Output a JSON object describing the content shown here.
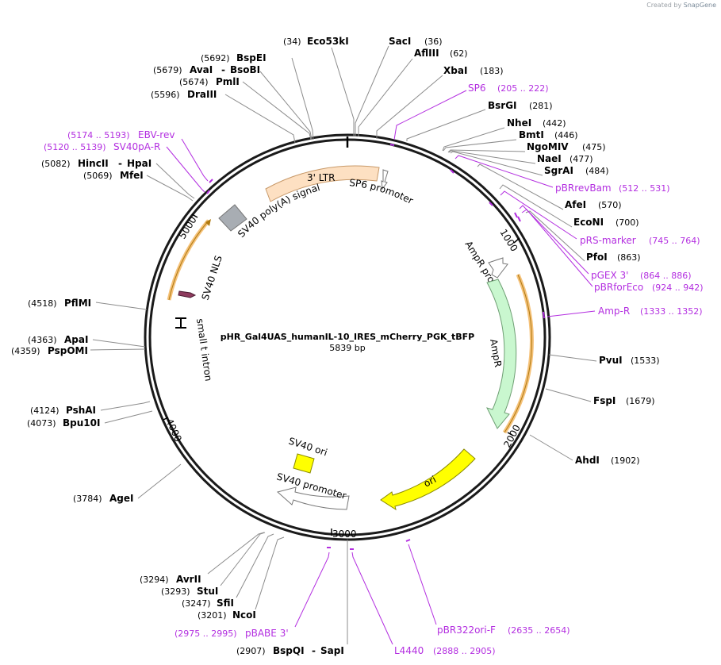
{
  "credit": {
    "created_by": "Created by",
    "brand": "SnapGene"
  },
  "plasmid": {
    "name": "pHR_Gal4UAS_humanIL-10_IRES_mCherry_PGK_tBFP",
    "size": "5839 bp"
  },
  "ticks": [
    {
      "label": "1000",
      "pos": 1000
    },
    {
      "label": "2000",
      "pos": 2000
    },
    {
      "label": "3000",
      "pos": 3000
    },
    {
      "label": "4000",
      "pos": 4000
    },
    {
      "label": "5000",
      "pos": 5000
    }
  ],
  "sites": [
    {
      "pos_text": "(34)",
      "name": "Eco53kI",
      "pos": 34
    },
    {
      "name": "SacI",
      "pos_text": "(36)",
      "pos": 36
    },
    {
      "name": "AflIII",
      "pos_text": "(62)",
      "pos": 62
    },
    {
      "name": "XbaI",
      "pos_text": "(183)",
      "pos": 183
    },
    {
      "name": "BsrGI",
      "pos_text": "(281)",
      "pos": 281
    },
    {
      "name": "NheI",
      "pos_text": "(442)",
      "pos": 442
    },
    {
      "name": "BmtI",
      "pos_text": "(446)",
      "pos": 446
    },
    {
      "name": "NgoMIV",
      "pos_text": "(475)",
      "pos": 475
    },
    {
      "name": "NaeI",
      "pos_text": "(477)",
      "pos": 477
    },
    {
      "name": "SgrAI",
      "pos_text": "(484)",
      "pos": 484
    },
    {
      "name": "AfeI",
      "pos_text": "(570)",
      "pos": 570
    },
    {
      "name": "EcoNI",
      "pos_text": "(700)",
      "pos": 700
    },
    {
      "name": "PfoI",
      "pos_text": "(863)",
      "pos": 863
    },
    {
      "name": "PvuI",
      "pos_text": "(1533)",
      "pos": 1533
    },
    {
      "name": "FspI",
      "pos_text": "(1679)",
      "pos": 1679
    },
    {
      "name": "AhdI",
      "pos_text": "(1902)",
      "pos": 1902
    },
    {
      "name": "BspQI",
      "name2": "SapI",
      "pos_text": "(2907)",
      "pos": 2907
    },
    {
      "name": "NcoI",
      "pos_text": "(3201)",
      "pos": 3201
    },
    {
      "name": "SfiI",
      "pos_text": "(3247)",
      "pos": 3247
    },
    {
      "name": "StuI",
      "pos_text": "(3293)",
      "pos": 3293
    },
    {
      "name": "AvrII",
      "pos_text": "(3294)",
      "pos": 3294
    },
    {
      "name": "AgeI",
      "pos_text": "(3784)",
      "pos": 3784
    },
    {
      "name": "Bpu10I",
      "pos_text": "(4073)",
      "pos": 4073
    },
    {
      "name": "PshAI",
      "pos_text": "(4124)",
      "pos": 4124
    },
    {
      "name": "PspOMI",
      "pos_text": "(4359)",
      "pos": 4359
    },
    {
      "name": "ApaI",
      "pos_text": "(4363)",
      "pos": 4363
    },
    {
      "name": "PflMI",
      "pos_text": "(4518)",
      "pos": 4518
    },
    {
      "name": "MfeI",
      "pos_text": "(5069)",
      "pos": 5069
    },
    {
      "name": "HincII",
      "name2": "HpaI",
      "pos_text": "(5082)",
      "pos": 5082
    },
    {
      "name": "DraIII",
      "pos_text": "(5596)",
      "pos": 5596
    },
    {
      "name": "PmlI",
      "pos_text": "(5674)",
      "pos": 5674
    },
    {
      "name": "AvaI",
      "name2": "BsoBI",
      "pos_text": "(5679)",
      "pos": 5679
    },
    {
      "name": "BspEI",
      "pos_text": "(5692)",
      "pos": 5692
    }
  ],
  "primers": [
    {
      "name": "SP6",
      "range": "(205 .. 222)",
      "pos": 213
    },
    {
      "name": "pBRrevBam",
      "range": "(512 .. 531)",
      "pos": 521
    },
    {
      "name": "pRS-marker",
      "range": "(745 .. 764)",
      "pos": 754
    },
    {
      "name": "pGEX 3'",
      "range": "(864 .. 886)",
      "pos": 875
    },
    {
      "name": "pBRforEco",
      "range": "(924 .. 942)",
      "pos": 933
    },
    {
      "name": "Amp-R",
      "range": "(1333 .. 1352)",
      "pos": 1342
    },
    {
      "name": "pBR322ori-F",
      "range": "(2635 .. 2654)",
      "pos": 2644
    },
    {
      "name": "L4440",
      "range": "(2888 .. 2905)",
      "pos": 2896
    },
    {
      "name": "pBABE 3'",
      "range": "(2975 .. 2995)",
      "pos": 2985
    },
    {
      "name": "SV40pA-R",
      "range": "(5120 .. 5139)",
      "pos": 5130
    },
    {
      "name": "EBV-rev",
      "range": "(5174 .. 5193)",
      "pos": 5183
    }
  ],
  "features": [
    {
      "name": "3' LTR",
      "color": "#fde0c2",
      "stroke": "#c89a6a"
    },
    {
      "name": "SP6 promoter",
      "color": "#ffffff",
      "stroke": "#777777"
    },
    {
      "name": "SV40 poly(A) signal",
      "color": "#a8adb3",
      "stroke": "#777777"
    },
    {
      "name": "AmpR promoter",
      "color": "#ffffff",
      "stroke": "#777777"
    },
    {
      "name": "AmpR",
      "color": "#c9f7cf",
      "stroke": "#6f9f74"
    },
    {
      "name": "ori",
      "color": "#ffff00",
      "stroke": "#8a8a00"
    },
    {
      "name": "SV40 promoter",
      "color": "#ffffff",
      "stroke": "#777777"
    },
    {
      "name": "SV40 ori",
      "color": "#ffff00",
      "stroke": "#8a8a00"
    },
    {
      "name": "small t intron",
      "color": "#ffffff",
      "stroke": "#000000"
    },
    {
      "name": "SV40 NLS",
      "color": "#8e3b5e",
      "stroke": "#4a1a30"
    }
  ],
  "orf_color": "#f5c27a",
  "primer_color": "#b32ee0"
}
